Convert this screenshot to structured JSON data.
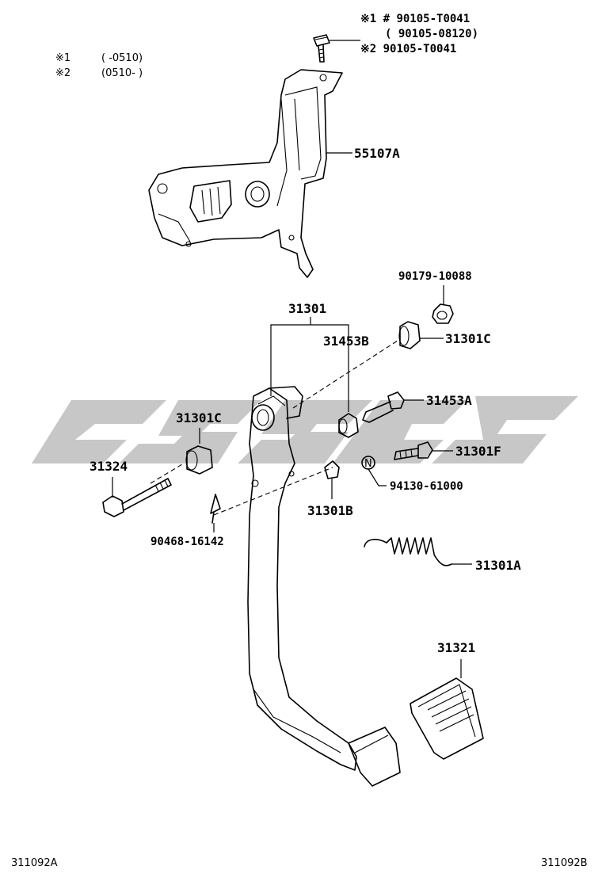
{
  "notes": {
    "n1_mark": "※1",
    "n1_range": "(      -0510)",
    "n2_mark": "※2",
    "n2_range": "(0510-      )"
  },
  "bolt_callout": {
    "line1": "※1 # 90105-T0041",
    "line2": "( 90105-08120)",
    "line3": "※2  90105-T0041"
  },
  "parts": {
    "bracket": "55107A",
    "nut": "90179-10088",
    "pedal": "31301",
    "bush_right": "31301C",
    "collar_b": "31453B",
    "collar_a": "31453A",
    "bush_left": "31301C",
    "bolt_f": "31301F",
    "nut_n": "94130-61000",
    "bolt_long": "31324",
    "plug": "31301B",
    "clip": "90468-16142",
    "spring": "31301A",
    "pad": "31321"
  },
  "nut_symbol": "N",
  "footer": {
    "left": "311092A",
    "right": "311092B"
  },
  "colors": {
    "line": "#000000",
    "watermark": "#bdbdbd",
    "background": "#ffffff"
  }
}
